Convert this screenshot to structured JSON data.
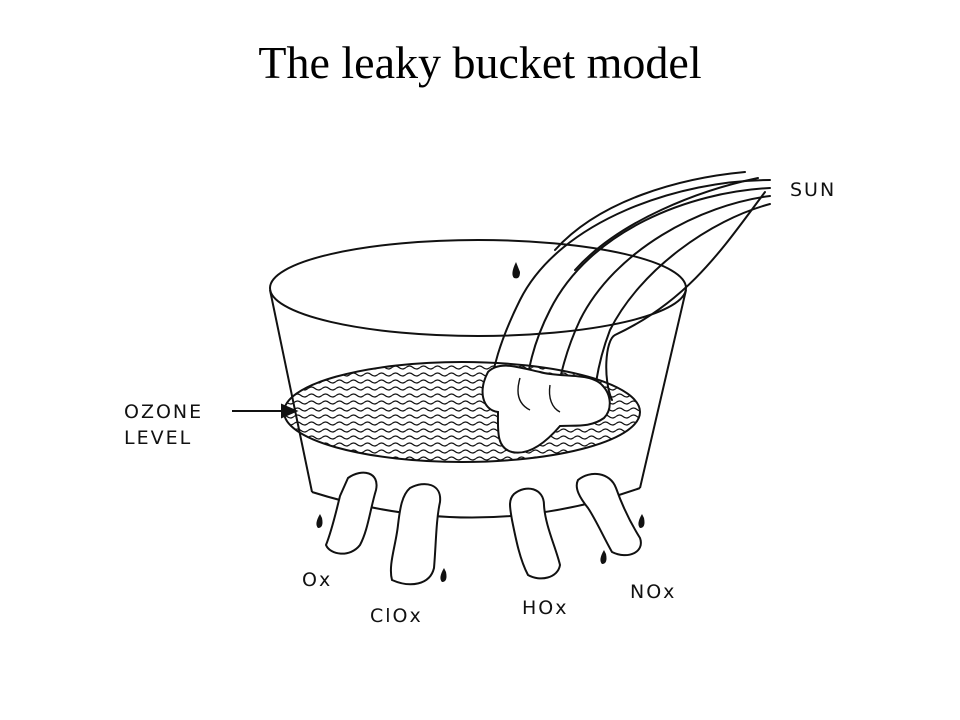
{
  "slide": {
    "title": "The leaky bucket model"
  },
  "diagram": {
    "labels": {
      "sun": "SUN",
      "ozone_line1": "OZONE",
      "ozone_line2": "LEVEL",
      "leak_ox": "Ox",
      "leak_clox": "ClOx",
      "leak_hox": "HOx",
      "leak_nox": "NOx"
    }
  }
}
